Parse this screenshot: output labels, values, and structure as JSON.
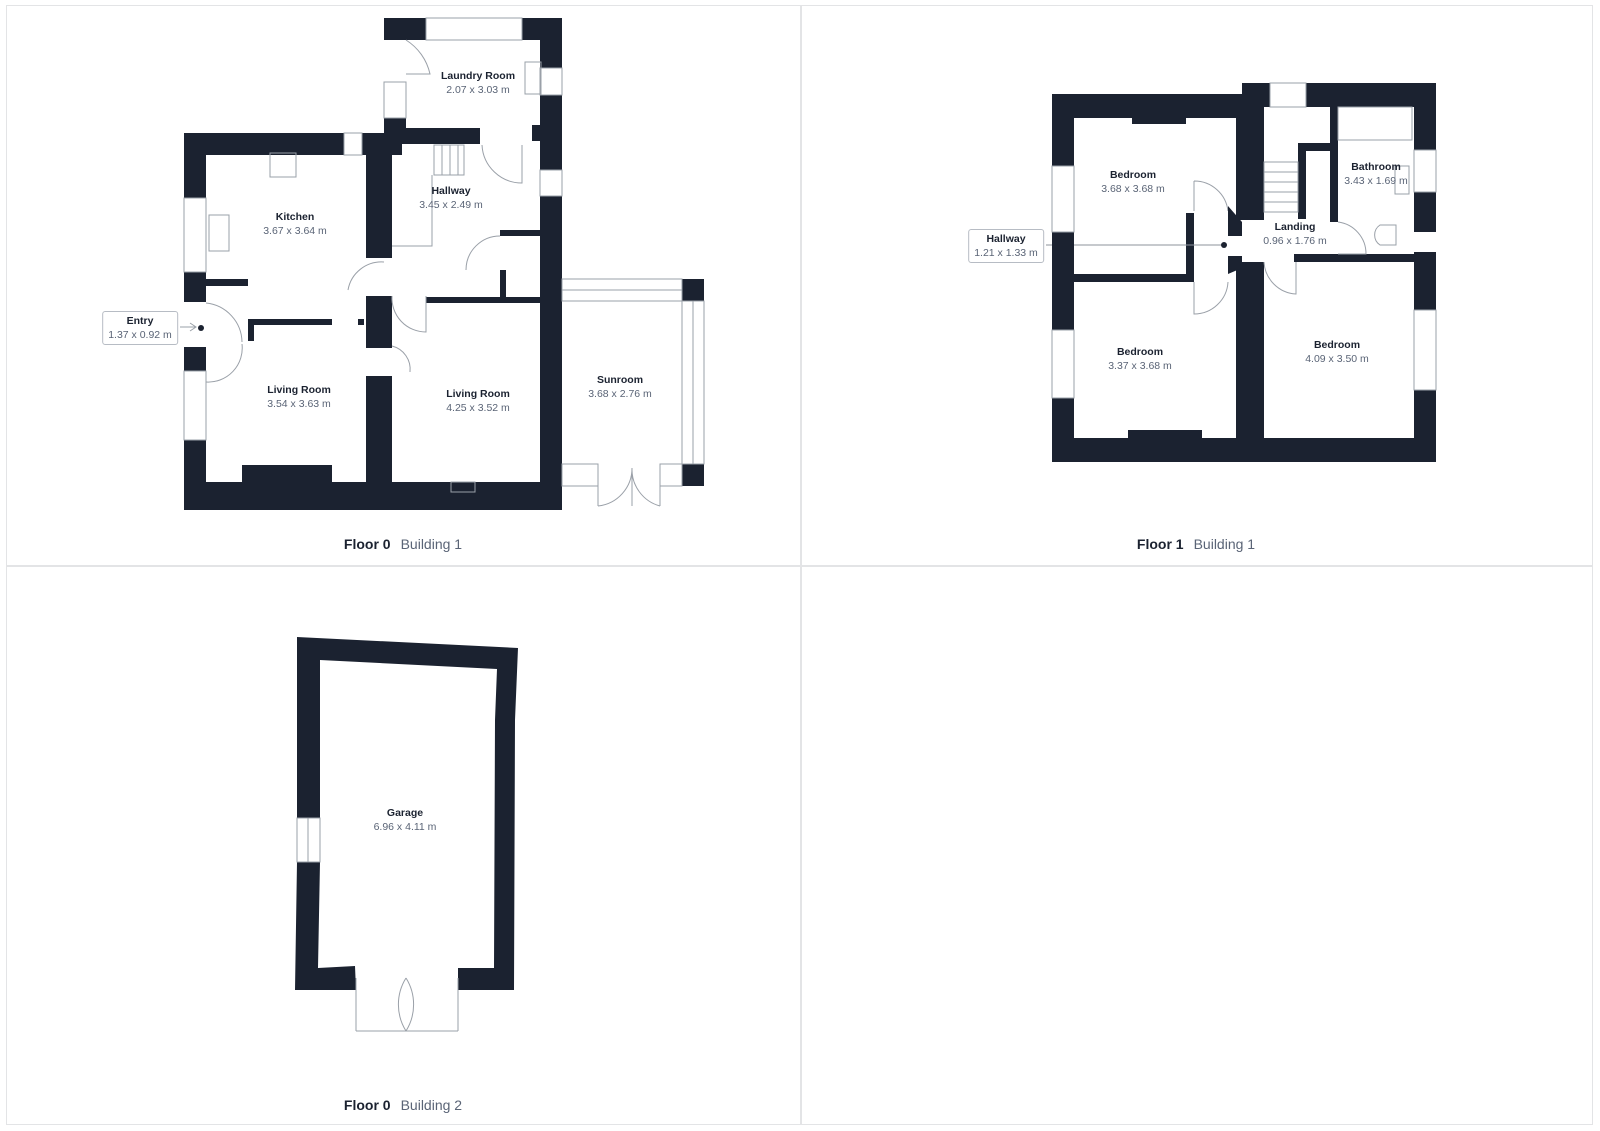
{
  "colors": {
    "wall": "#1b2230",
    "grid": "#e3e4e6",
    "label": "#1b2230",
    "dims": "#5a6476"
  },
  "panels": [
    {
      "caption": {
        "floor": "Floor 0",
        "building": "Building 1"
      },
      "rooms": [
        {
          "name": "Laundry Room",
          "dims": "2.07 x 3.03 m"
        },
        {
          "name": "Kitchen",
          "dims": "3.67 x 3.64 m"
        },
        {
          "name": "Hallway",
          "dims": "3.45 x 2.49 m"
        },
        {
          "name": "Entry",
          "dims": "1.37 x 0.92 m"
        },
        {
          "name": "Living Room",
          "dims": "3.54 x 3.63 m"
        },
        {
          "name": "Living Room",
          "dims": "4.25 x 3.52 m"
        },
        {
          "name": "Sunroom",
          "dims": "3.68 x 2.76 m"
        }
      ]
    },
    {
      "caption": {
        "floor": "Floor 1",
        "building": "Building 1"
      },
      "rooms": [
        {
          "name": "Bedroom",
          "dims": "3.68 x 3.68 m"
        },
        {
          "name": "Bathroom",
          "dims": "3.43 x 1.69 m"
        },
        {
          "name": "Hallway",
          "dims": "1.21 x 1.33 m"
        },
        {
          "name": "Landing",
          "dims": "0.96 x 1.76 m"
        },
        {
          "name": "Bedroom",
          "dims": "3.37 x 3.68 m"
        },
        {
          "name": "Bedroom",
          "dims": "4.09 x 3.50 m"
        }
      ]
    },
    {
      "caption": {
        "floor": "Floor 0",
        "building": "Building 2"
      },
      "rooms": [
        {
          "name": "Garage",
          "dims": "6.96 x 4.11 m"
        }
      ]
    }
  ]
}
